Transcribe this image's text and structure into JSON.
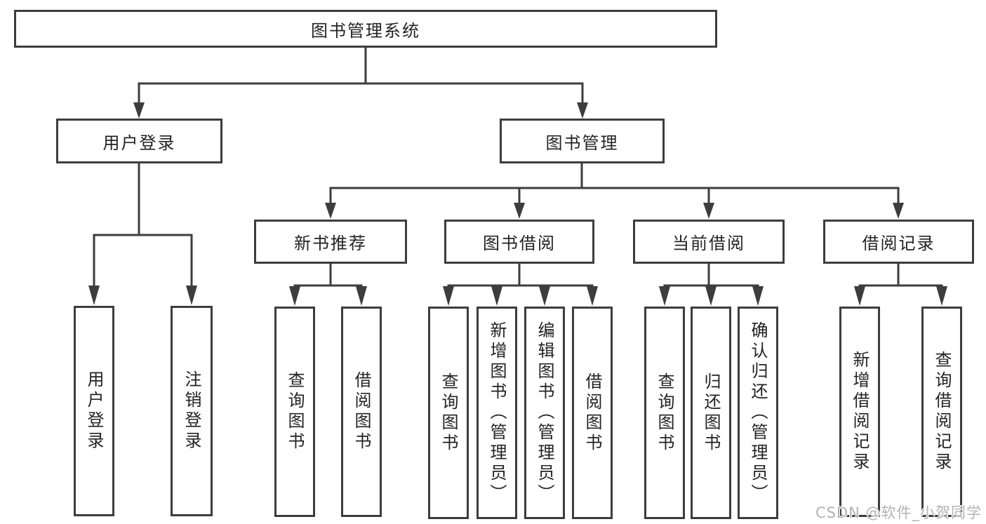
{
  "diagram": {
    "root": "图书管理系统",
    "branches": [
      {
        "label": "用户登录",
        "children": [
          "用户登录",
          "注销登录"
        ]
      },
      {
        "label": "图书管理",
        "sections": [
          {
            "label": "新书推荐",
            "children": [
              "查询图书",
              "借阅图书"
            ]
          },
          {
            "label": "图书借阅",
            "children": [
              "查询图书",
              "新增图书（管理员）",
              "编辑图书（管理员）",
              "借阅图书"
            ]
          },
          {
            "label": "当前借阅",
            "children": [
              "查询图书",
              "归还图书",
              "确认归还（管理员）"
            ]
          },
          {
            "label": "借阅记录",
            "children": [
              "新增借阅记录",
              "查询借阅记录"
            ]
          }
        ]
      }
    ]
  },
  "watermark": "CSDN @软件_小贺同学",
  "colors": {
    "line": "#3d3d3d",
    "text": "#232323",
    "background": "#ffffff",
    "watermark": "#b3b3b3"
  }
}
